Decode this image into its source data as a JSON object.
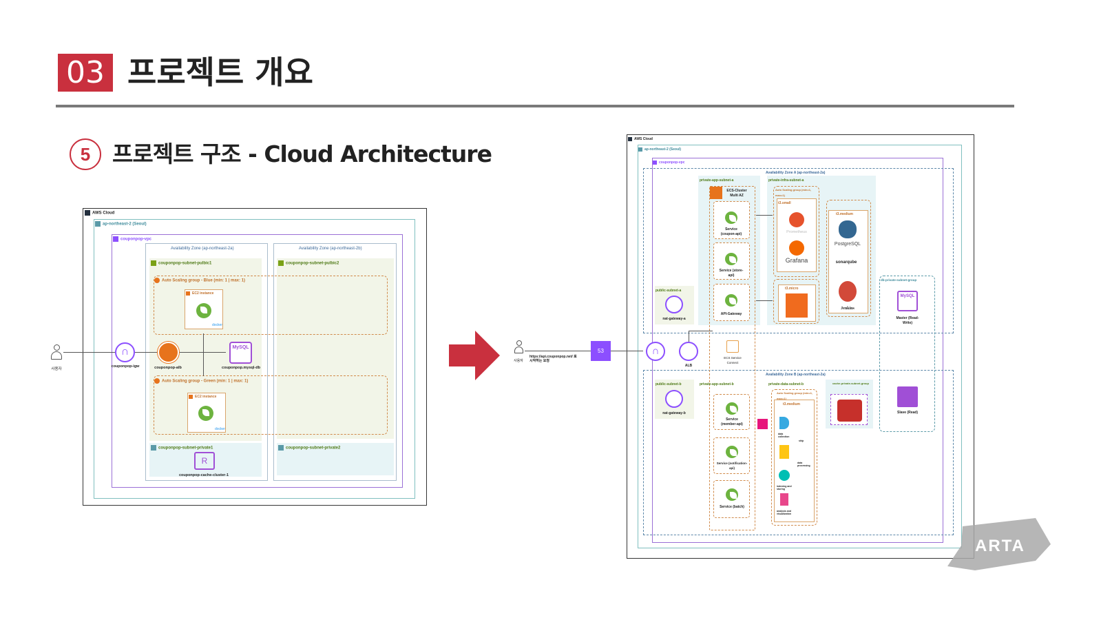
{
  "header": {
    "section_number": "03",
    "title": "프로젝트 개요"
  },
  "subtitle": {
    "number": "5",
    "text": "프로젝트 구조 - Cloud Architecture"
  },
  "before": {
    "cloud": "AWS Cloud",
    "region": "ap-northeast-2 (Seoul)",
    "vpc": "couponpop-vpc",
    "az_a": "Availability Zone (ap-northeast-2a)",
    "az_b": "Availability Zone (ap-northeast-2b)",
    "public1": "couponpop-subnet-pulbic1",
    "public2": "couponpop-subnet-pulbic2",
    "asg_blue": "Auto Scaling group - Blue (min: 1 | max: 1)",
    "asg_green": "Auto Scaling group - Green (min: 1 | max: 1)",
    "ec2": "EC2 instance",
    "docker": "docker",
    "user": "사용자",
    "igw": "couponpop-igw",
    "alb": "couponpop-alb",
    "mysql_icon": "MySQL",
    "mysql": "couponpop.mysql-db",
    "private1": "couponpop-subnet-private1",
    "private2": "couponpop-subnet-private2",
    "cache": "couponpop-cache-cluster-1"
  },
  "after": {
    "cloud": "AWS Cloud",
    "region": "ap-northeast-2 (Seoul)",
    "vpc": "couponpop-vpc",
    "az_a": "Availability Zone A (ap-northeast-2a)",
    "az_b": "Availability Zone B (ap-northeast-2a)",
    "public_a": "public-subnet-a",
    "nat_a": "nat-gateway-a",
    "public_b": "public-subnet-b",
    "nat_b": "nat-gateway-b",
    "app_a": "private-app-subnet-a",
    "ecs_cluster": "ECS-Cluster Multi AZ",
    "svc_coupon": "Service (coupon-api)",
    "svc_store": "Service (store-api)",
    "api_gateway": "API-Gateway",
    "infra_a": "private-infra-subnet-a",
    "asg": "Auto Scaling group (min=1, max=1)",
    "t3_small": "t3.small",
    "t3_micro": "t3.micro",
    "t3_medium": "t3.medium",
    "prometheus": "Prometheus",
    "grafana": "Grafana",
    "postgres": "PostgreSQL",
    "sonarqube": "sonarqube",
    "jenkins": "Jenkins",
    "db_group": "db-private-subnet-group",
    "mysql_icon": "MySQL",
    "master": "Master (Read-Write)",
    "slave": "Slave (Read)",
    "user": "사용자",
    "request": "https://api.couponpop.net/ 로 시작하는 요청",
    "route53": "53",
    "alb": "ALB",
    "ecs_connect": "ECS Service Connect",
    "app_b": "private-app-subnet-b",
    "svc_member": "Service (member-api)",
    "svc_notification": "Service (notification-api)",
    "svc_batch": "Service (batch)",
    "data_b": "private-data-subnet-b",
    "elk1": "data collection",
    "ship": "ship",
    "elk2": "data processing",
    "elk3": "indexing and storing",
    "elk4": "analysis and visualization",
    "cache_group": "cache-private-subnet-group"
  },
  "logo": "SPARTA",
  "colors": {
    "accent": "#c9303e",
    "aws_orange": "#e7731c",
    "aws_purple": "#8c4fff",
    "spring": "#6db33f",
    "subnet_green": "#7aa116",
    "subnet_teal": "#5a9aa8"
  }
}
